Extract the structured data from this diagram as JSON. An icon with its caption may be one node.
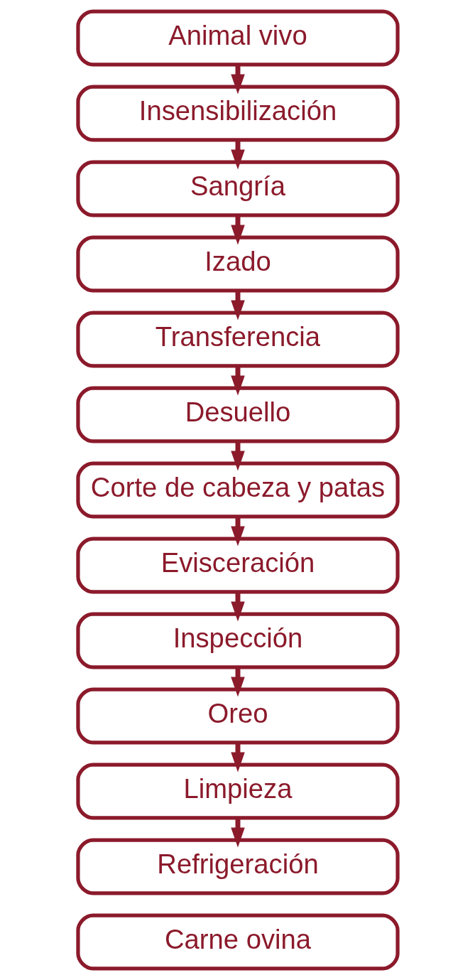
{
  "diagram": {
    "nodes": [
      {
        "text": [
          "Animal vivo"
        ]
      },
      {
        "text": [
          "Insensibilización"
        ]
      },
      {
        "text": [
          "Sangría"
        ]
      },
      {
        "text": [
          "Izado"
        ]
      },
      {
        "text": [
          "Transferencia"
        ]
      },
      {
        "text": [
          "Desuello"
        ]
      },
      {
        "text": [
          "Corte de cabeza y patas"
        ]
      },
      {
        "text": [
          "Evisceración"
        ]
      },
      {
        "text": [
          "Inspección"
        ]
      },
      {
        "text": [
          "Oreo"
        ]
      },
      {
        "text": [
          "Limpieza"
        ]
      },
      {
        "text": [
          "Refrigeración"
        ]
      },
      {
        "text": [
          "Carne ovina"
        ]
      }
    ],
    "edges": [
      {
        "from": 0,
        "to": 1,
        "arrow": "to"
      },
      {
        "from": 1,
        "to": 2,
        "arrow": "to"
      },
      {
        "from": 2,
        "to": 3,
        "arrow": "to"
      },
      {
        "from": 3,
        "to": 4,
        "arrow": "to"
      },
      {
        "from": 4,
        "to": 5,
        "arrow": "to"
      },
      {
        "from": 5,
        "to": 6,
        "arrow": "to"
      },
      {
        "from": 6,
        "to": 7,
        "arrow": "to"
      },
      {
        "from": 7,
        "to": 8,
        "arrow": "to"
      },
      {
        "from": 8,
        "to": 9,
        "arrow": "to"
      },
      {
        "from": 9,
        "to": 10,
        "arrow": "to"
      },
      {
        "from": 10,
        "to": 11,
        "arrow": "to"
      }
    ]
  }
}
